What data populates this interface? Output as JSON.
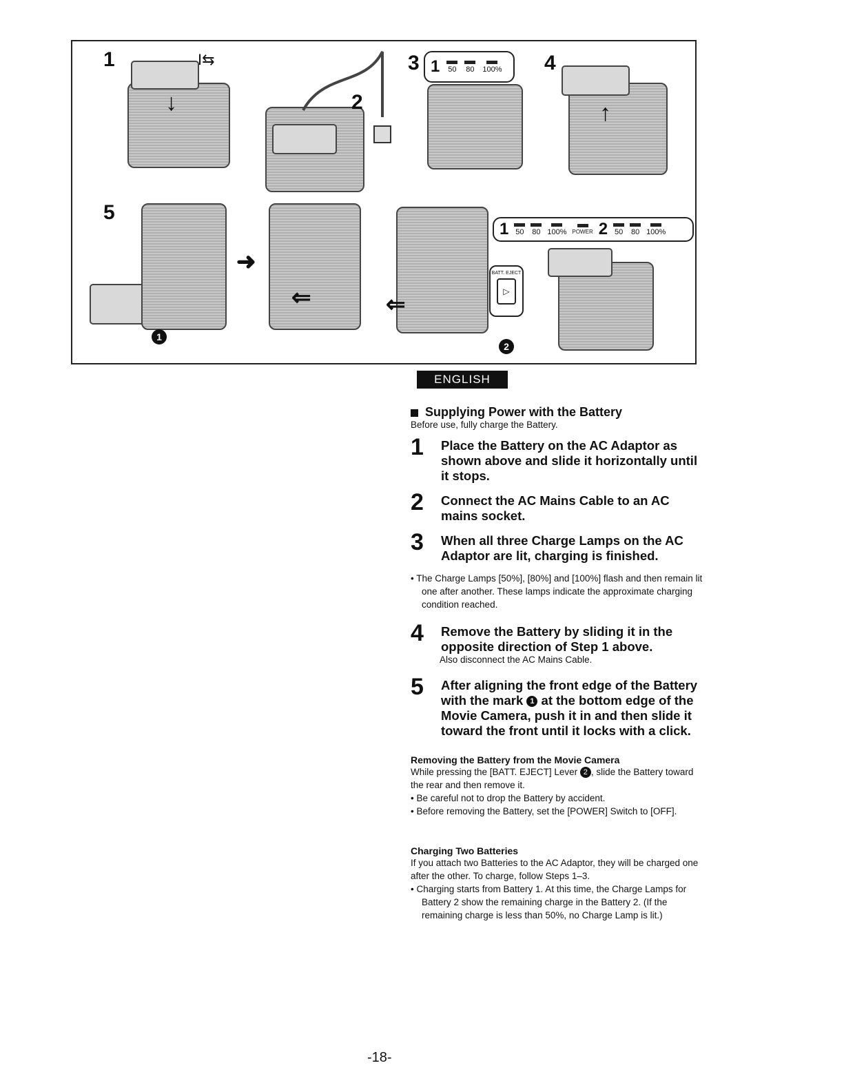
{
  "figure": {
    "step_labels": [
      "1",
      "2",
      "3",
      "4",
      "5"
    ],
    "slide_symbol": "I⇆",
    "lamps": [
      "50",
      "80",
      "100%"
    ],
    "lamp_battery1": "1",
    "lamp_battery2": "2",
    "power_label": "POWER",
    "batt_eject_label": "BATT. EJECT",
    "callout_1": "1",
    "callout_2": "2"
  },
  "language_tab": "ENGLISH",
  "section": {
    "title": "Supplying Power with the Battery",
    "intro": "Before use, fully charge the Battery."
  },
  "steps": [
    {
      "num": "1",
      "text": "Place the Battery on the AC Adaptor as shown above and slide it horizontally until it stops.",
      "sub": ""
    },
    {
      "num": "2",
      "text": "Connect the AC Mains Cable to an AC mains socket.",
      "sub": ""
    },
    {
      "num": "3",
      "text": "When all three Charge Lamps on the AC Adaptor are lit, charging is finished.",
      "sub": ""
    },
    {
      "num": "4",
      "text": "Remove the Battery by sliding it in the opposite direction of Step 1 above.",
      "sub": "Also disconnect the AC Mains Cable."
    },
    {
      "num": "5",
      "text_a": "After aligning the front edge of the Battery with the mark",
      "text_b": "at the bottom edge of the Movie Camera, push it in and then slide it toward the front until it locks with a click.",
      "sub": ""
    }
  ],
  "step3_note": "The Charge Lamps [50%], [80%] and [100%] flash and then remain lit one after another. These lamps indicate the approximate charging condition reached.",
  "removing": {
    "title": "Removing the Battery from the Movie Camera",
    "body_a": "While pressing the [BATT. EJECT] Lever",
    "body_b": ", slide the Battery toward the rear and then remove it.",
    "bullets": [
      "Be careful not to drop the Battery by accident.",
      "Before removing the Battery, set the [POWER] Switch to [OFF]."
    ]
  },
  "charging_two": {
    "title": "Charging Two Batteries",
    "body": "If you attach two Batteries to the AC Adaptor, they will be charged one after the other. To charge, follow Steps 1–3.",
    "bullets": [
      "Charging starts from Battery 1. At this time, the Charge Lamps for Battery 2 show the remaining charge in the Battery 2. (If the remaining charge is less than 50%, no Charge Lamp is lit.)"
    ]
  },
  "page_number": "-18-"
}
